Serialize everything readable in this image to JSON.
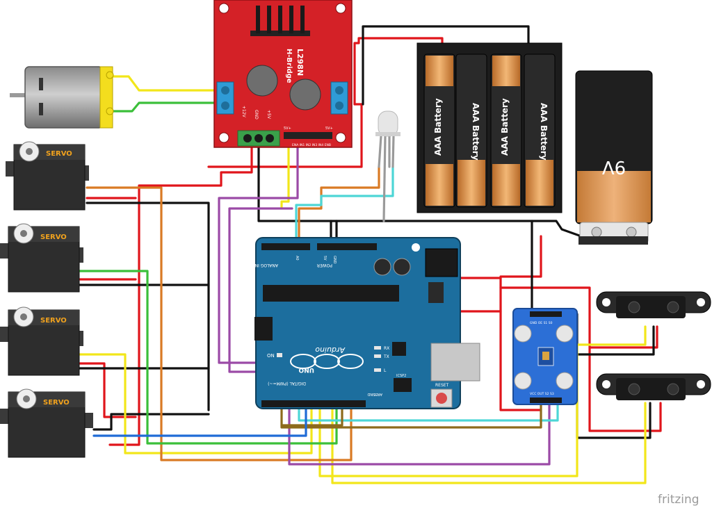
{
  "hbridge": {
    "title": "L298N",
    "subtitle": "H-Bridge",
    "pin_12v": "+12V",
    "pin_gnd": "GND",
    "pin_5v": "+5V",
    "header_5v_left": "5V+",
    "header_5v_right": "5V+",
    "inputs_label": "ENA IN1 IN2 IN3 IN4 ENB"
  },
  "batteries": {
    "cell_label": "AAA Battery",
    "nine_volt_label": "9V"
  },
  "servos": {
    "label": "SERVO"
  },
  "arduino": {
    "brand": "Arduino",
    "model": "UNO",
    "analog_header": "ANALOG IN",
    "power_header": "POWER",
    "digital_header": "DIGITAL (PWM=~)",
    "icsp_left": "ICSP",
    "icsp_right": "ICSP2",
    "reset_label": "RESET",
    "on_label": "ON",
    "rx_label": "RX",
    "tx_label": "TX",
    "l_label": "L",
    "aref_label": "AREF",
    "gnd_label": "GND",
    "pin_a0": "A0",
    "pin_5v": "5V",
    "pin_gnd": "GND"
  },
  "color_sensor": {
    "top_pins": "GND OE S1 S0",
    "bottom_pins": "VCC OUT S2 S3"
  },
  "watermark": "fritzing",
  "colors": {
    "board_red": "#d42127",
    "arduino_blue": "#1c6e9e",
    "sensor_blue": "#2c6fd6",
    "wire_red": "#e0151b",
    "wire_black": "#111111",
    "wire_yellow": "#f2e61a",
    "wire_orange": "#d97a24",
    "wire_green": "#3bbf3a",
    "wire_purple": "#9b4aa6",
    "wire_cyan": "#4dd6d6",
    "wire_brown": "#8d6a1c",
    "wire_blue": "#1f6bd6"
  }
}
